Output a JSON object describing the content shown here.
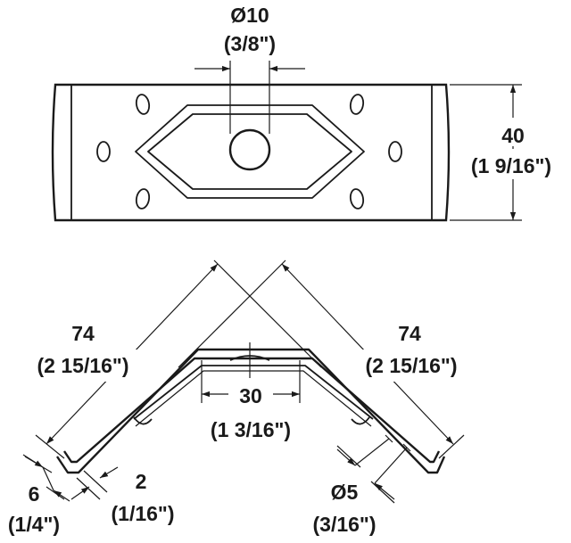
{
  "top_view": {
    "hole_dim": {
      "metric": "Ø10",
      "imperial": "(3/8\")"
    },
    "height_dim": {
      "metric": "40",
      "imperial": "(1 9/16\")"
    }
  },
  "side_view": {
    "left_leg_dim": {
      "metric": "74",
      "imperial": "(2 15/16\")"
    },
    "right_leg_dim": {
      "metric": "74",
      "imperial": "(2 15/16\")"
    },
    "flat_dim": {
      "metric": "30",
      "imperial": "(1 3/16\")"
    },
    "lip_dim": {
      "metric": "6",
      "imperial": "(1/4\")"
    },
    "thickness_dim": {
      "metric": "2",
      "imperial": "(1/16\")"
    },
    "small_hole_dim": {
      "metric": "Ø5",
      "imperial": "(3/16\")"
    }
  }
}
